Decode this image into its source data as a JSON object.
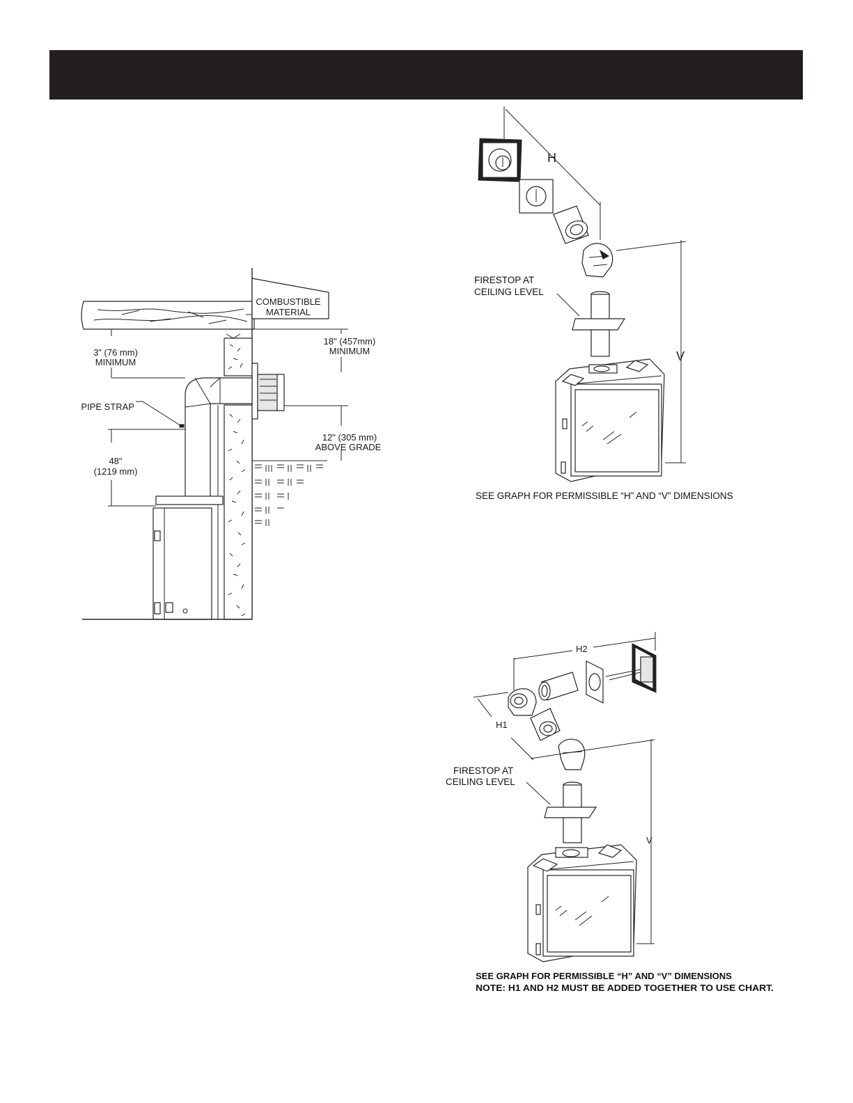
{
  "header": {
    "bar_color": "#231f20"
  },
  "figure_left": {
    "labels": {
      "combustible_line1": "COMBUSTIBLE",
      "combustible_line2": "MATERIAL",
      "dim_18_line1": "18\" (457mm)",
      "dim_18_line2": "MINIMUM",
      "dim_3_line1": "3\" (76 mm)",
      "dim_3_line2": "MINIMUM",
      "pipe_strap": "PIPE STRAP",
      "dim_12_line1": "12\" (305 mm)",
      "dim_12_line2": "ABOVE GRADE",
      "dim_48_line1": "48\"",
      "dim_48_line2": "(1219 mm)"
    }
  },
  "figure_top_right": {
    "labels": {
      "h": "H",
      "v": "V",
      "firestop_line1": "FIRESTOP AT",
      "firestop_line2": "CEILING LEVEL",
      "caption": "SEE GRAPH FOR PERMISSIBLE “H” AND “V” DIMENSIONS"
    }
  },
  "figure_bottom_right": {
    "labels": {
      "h1": "H1",
      "h2": "H2",
      "v": "V",
      "firestop_line1": "FIRESTOP AT",
      "firestop_line2": "CEILING LEVEL",
      "caption_line1": "SEE GRAPH FOR PERMISSIBLE “H” AND “V” DIMENSIONS",
      "caption_line2": "NOTE: H1 AND H2 MUST BE ADDED TOGETHER TO USE CHART."
    }
  }
}
